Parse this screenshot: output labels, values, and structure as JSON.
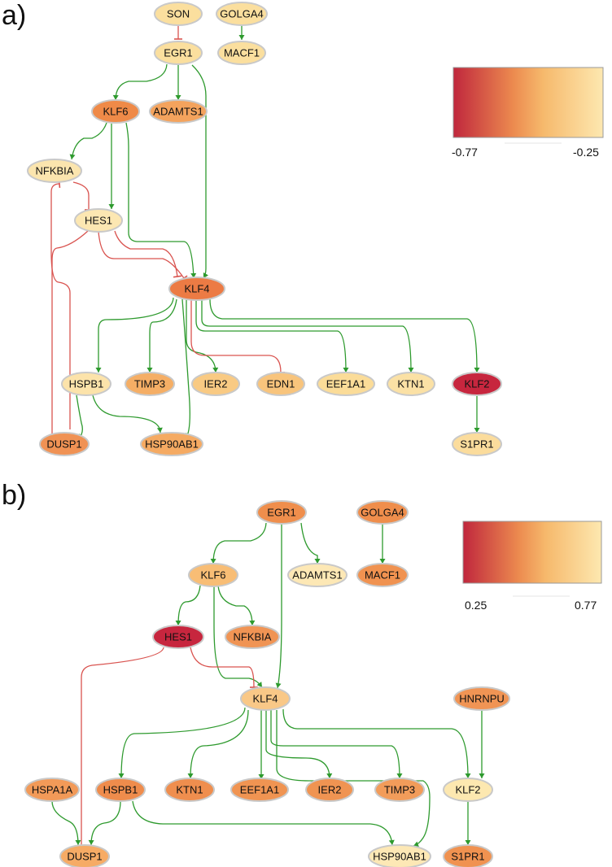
{
  "panels": [
    {
      "label": "a)",
      "legend": {
        "min_label": "-0.77",
        "max_label": "-0.25",
        "gradient": [
          "#c0273d",
          "#ec8a4f",
          "#f6b96c",
          "#fde8b0"
        ]
      },
      "nodes": [
        {
          "id": "SON",
          "color": "#fbdf9e"
        },
        {
          "id": "GOLGA4",
          "color": "#fbdf9e"
        },
        {
          "id": "EGR1",
          "color": "#fbdf9e"
        },
        {
          "id": "MACF1",
          "color": "#fbdf9e"
        },
        {
          "id": "KLF6",
          "color": "#ef8a48"
        },
        {
          "id": "ADAMTS1",
          "color": "#f4a35d"
        },
        {
          "id": "NFKBIA",
          "color": "#fbe5ae"
        },
        {
          "id": "HES1",
          "color": "#fce7b2"
        },
        {
          "id": "KLF4",
          "color": "#ec7b44"
        },
        {
          "id": "HSPB1",
          "color": "#fce3aa"
        },
        {
          "id": "TIMP3",
          "color": "#f5ae65"
        },
        {
          "id": "IER2",
          "color": "#f9ca83"
        },
        {
          "id": "EDN1",
          "color": "#f8c47c"
        },
        {
          "id": "EEF1A1",
          "color": "#fbdc98"
        },
        {
          "id": "KTN1",
          "color": "#fbe1a5"
        },
        {
          "id": "KLF2",
          "color": "#c7263e"
        },
        {
          "id": "DUSP1",
          "color": "#f09254"
        },
        {
          "id": "HSP90AB1",
          "color": "#f5aa62"
        },
        {
          "id": "S1PR1",
          "color": "#fbdc9c"
        }
      ]
    },
    {
      "label": "b)",
      "legend": {
        "min_label": "0.25",
        "max_label": "0.77",
        "gradient": [
          "#c0273d",
          "#ec8a4f",
          "#f6b96c",
          "#fde8b0"
        ]
      },
      "nodes": [
        {
          "id": "EGR1",
          "color": "#ef8e4c"
        },
        {
          "id": "GOLGA4",
          "color": "#ef8e4c"
        },
        {
          "id": "KLF6",
          "color": "#f8bd75"
        },
        {
          "id": "ADAMTS1",
          "color": "#fde8b5"
        },
        {
          "id": "MACF1",
          "color": "#f09250"
        },
        {
          "id": "HES1",
          "color": "#c7263e"
        },
        {
          "id": "NFKBIA",
          "color": "#f09454"
        },
        {
          "id": "KLF4",
          "color": "#f9c887"
        },
        {
          "id": "HNRNPU",
          "color": "#f09454"
        },
        {
          "id": "HSPA1A",
          "color": "#f29a58"
        },
        {
          "id": "HSPB1",
          "color": "#ef8c4c"
        },
        {
          "id": "KTN1",
          "color": "#ef8e4e"
        },
        {
          "id": "EEF1A1",
          "color": "#f09452"
        },
        {
          "id": "IER2",
          "color": "#f09452"
        },
        {
          "id": "TIMP3",
          "color": "#f29c5a"
        },
        {
          "id": "KLF2",
          "color": "#fde8b0"
        },
        {
          "id": "DUSP1",
          "color": "#f6ab65"
        },
        {
          "id": "HSP90AB1",
          "color": "#fde8b5"
        },
        {
          "id": "S1PR1",
          "color": "#f09250"
        }
      ]
    }
  ],
  "edge_colors": {
    "activation": "#2e9a2e",
    "inhibition": "#d9534f"
  }
}
